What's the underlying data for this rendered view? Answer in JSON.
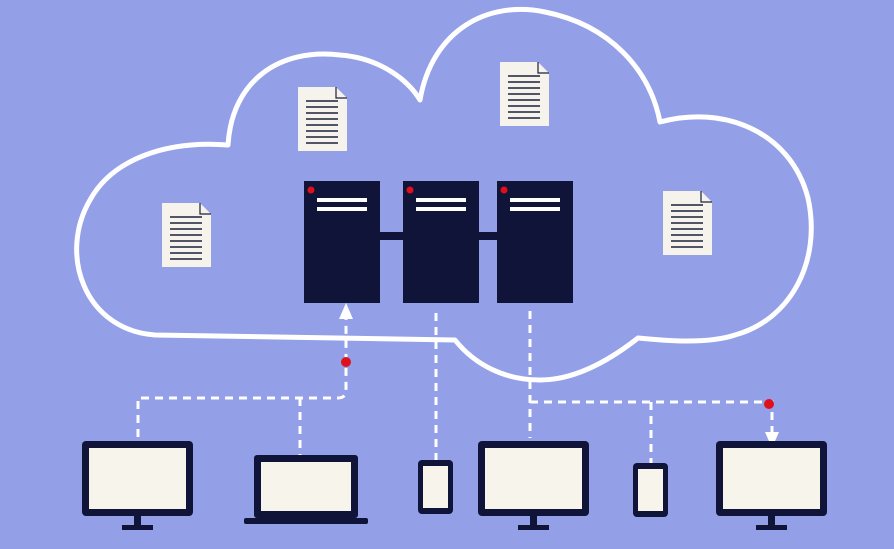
{
  "colors": {
    "background": "#939fe6",
    "cloud_outline": "#ffffff",
    "server_body": "#0f1438",
    "server_slot": "#ffffff",
    "indicator": "#e0101a",
    "document": "#f5f3ec",
    "document_lines": "#1c1f3c",
    "device_frame": "#0f1438",
    "device_screen": "#f7f4ec",
    "connection_line": "#ffffff"
  },
  "diagram": {
    "cloud": {
      "icon": "cloud-outline-icon"
    },
    "servers": [
      {
        "icon": "server-rack-icon",
        "indicator": "red-dot"
      },
      {
        "icon": "server-rack-icon",
        "indicator": "red-dot"
      },
      {
        "icon": "server-rack-icon",
        "indicator": "red-dot"
      }
    ],
    "documents": [
      "document-icon",
      "document-icon",
      "document-icon",
      "document-icon"
    ],
    "devices": [
      {
        "icon": "desktop-monitor-icon"
      },
      {
        "icon": "laptop-icon"
      },
      {
        "icon": "smartphone-icon"
      },
      {
        "icon": "desktop-monitor-icon"
      },
      {
        "icon": "smartphone-icon"
      },
      {
        "icon": "desktop-monitor-icon"
      }
    ],
    "connections": {
      "style": "dashed",
      "upload_arrow_to_server": 1,
      "download_arrow_to_device": 6
    }
  }
}
